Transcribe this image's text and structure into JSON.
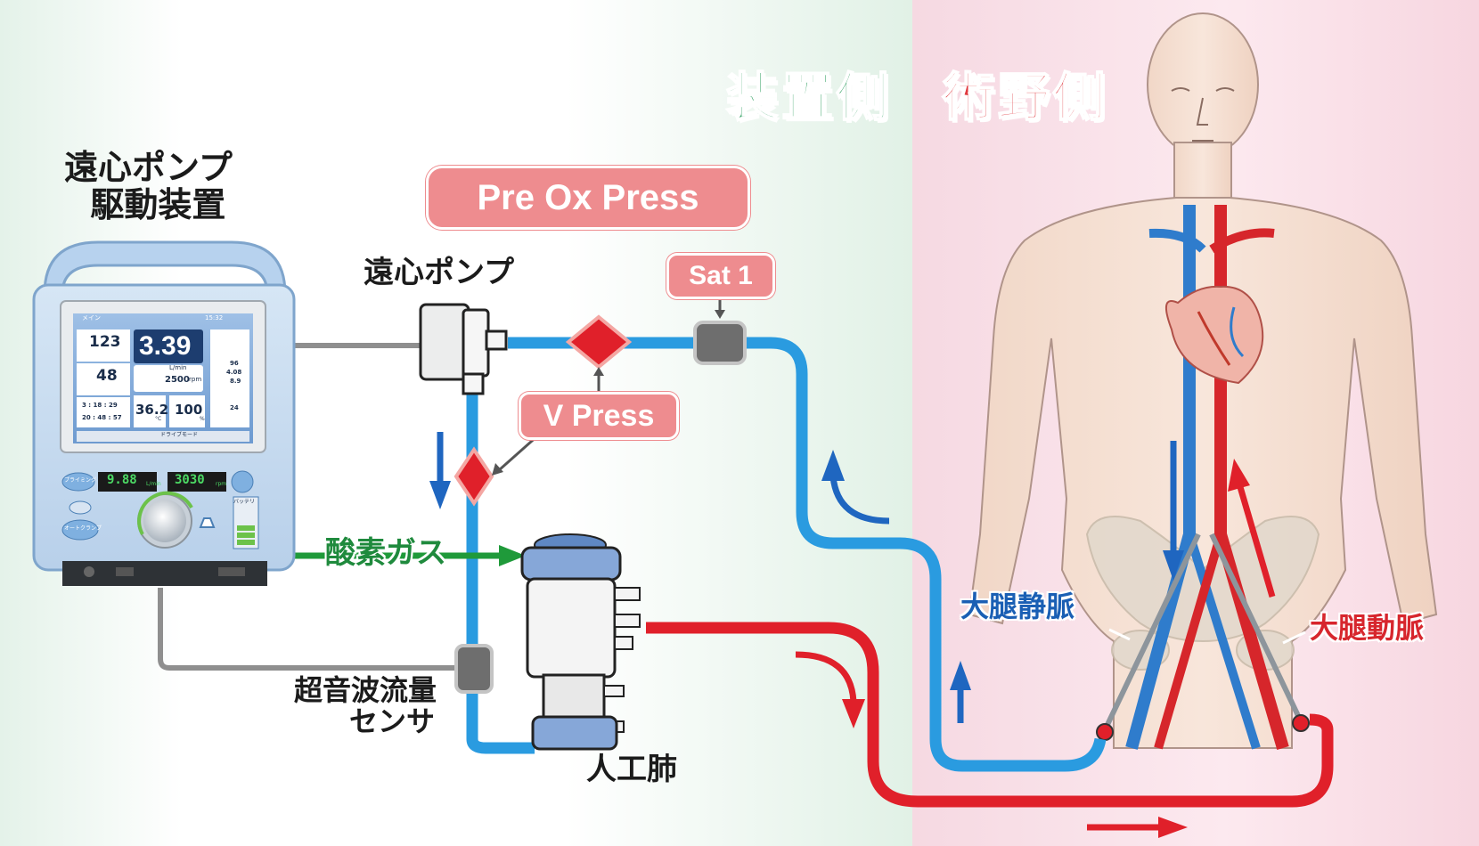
{
  "headings": {
    "device_side": "装置側",
    "surgical_side": "術野側"
  },
  "labels": {
    "drive_unit_line1": "遠心ポンプ",
    "drive_unit_line2": "駆動装置",
    "pump": "遠心ポンプ",
    "oxygen_gas": "酸素ガス",
    "flow_sensor_line1": "超音波流量",
    "flow_sensor_line2": "センサ",
    "oxygenator": "人工肺",
    "femoral_vein": "大腿静脈",
    "femoral_artery": "大腿動脈"
  },
  "sensors": {
    "pre_ox_press": "Pre Ox Press",
    "sat1": "Sat 1",
    "v_press": "V Press"
  },
  "device_screen": {
    "tab": "メイン",
    "time": "15:32",
    "big_flow": "3.39",
    "big_flow_unit": "L/min",
    "rpm": "2500",
    "rpm_unit": "rpm",
    "pressure_1": "123",
    "pressure_2": "48",
    "temp": "36.2",
    "temp_unit": "°C",
    "sat": "100",
    "sat_unit": "%",
    "time_1": "3 : 18 : 29",
    "time_2": "20 : 48 : 57",
    "side_1": "96",
    "side_2": "4.08",
    "side_3": "8.9",
    "side_4": "24",
    "drive_mode": "ドライブモード"
  },
  "device_panel": {
    "flow_display": "9.88",
    "flow_display_unit": "L/min",
    "rpm_display": "3030",
    "rpm_display_unit": "rpm",
    "priming": "プライミング",
    "battery": "バッテリ",
    "auto_clamp": "オートクランプ"
  },
  "colors": {
    "venous_blue": "#2a9be0",
    "arterial_red": "#e0202a",
    "oxygen_green": "#1f9a3a",
    "sensor_pink": "#ee8c8f",
    "device_green_text": "#2a9d5c"
  },
  "icons": [
    "flow-arrow-icon",
    "pressure-sensor-icon",
    "saturation-sensor-icon",
    "flow-sensor-icon"
  ]
}
